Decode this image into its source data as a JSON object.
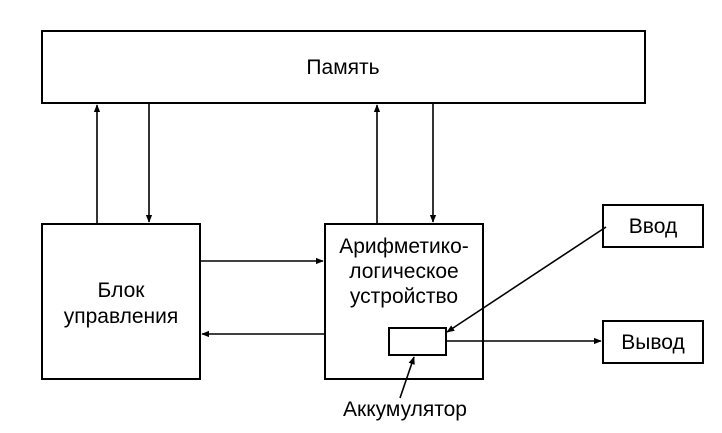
{
  "nodes": {
    "memory": "Память",
    "control_unit": [
      "Блок",
      "управления"
    ],
    "alu": [
      "Арифметико-",
      "логическое",
      "устройство"
    ],
    "input": "Ввод",
    "output": "Вывод",
    "accumulator": "Аккумулятор"
  },
  "colors": {
    "stroke": "#000000",
    "background": "#ffffff"
  }
}
